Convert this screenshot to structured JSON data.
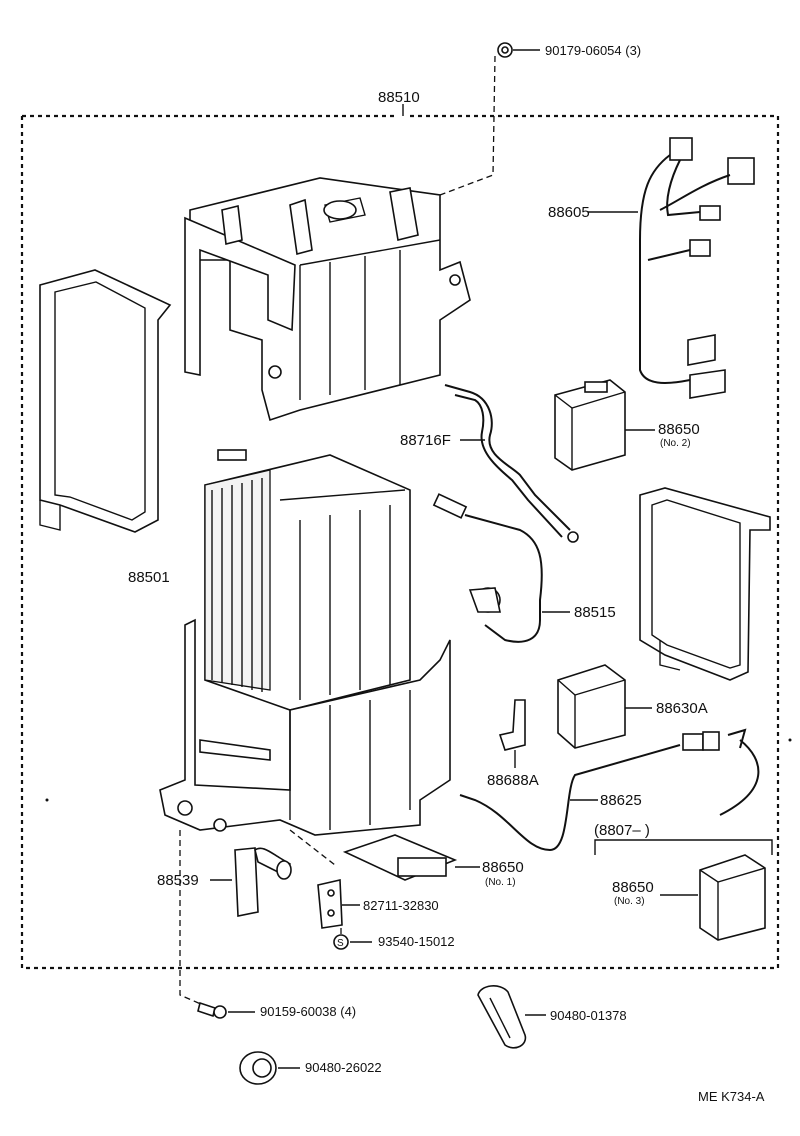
{
  "labels": {
    "assy": "88510",
    "screw_top": "90179-06054 (3)",
    "wire_harness": "88605",
    "amplifier_no2": "88650",
    "amplifier_no2_sub": "(No. 2)",
    "tube": "88716F",
    "evaporator": "88501",
    "thermistor": "88515",
    "relay": "88630A",
    "bracket": "88688A",
    "wire": "88625",
    "group_ref": "(8807–        )",
    "amplifier_no1": "88650",
    "amplifier_no1_sub": "(No. 1)",
    "amplifier_no3": "88650",
    "amplifier_no3_sub": "(No. 3)",
    "hose": "88539",
    "clip": "82711-32830",
    "screw_s": "93540-15012",
    "s_mark": "S",
    "screw_bottom": "90159-60038 (4)",
    "grommet_a": "90480-01378",
    "grommet_b": "90480-26022",
    "drawing_code": "ME  K734-A"
  }
}
